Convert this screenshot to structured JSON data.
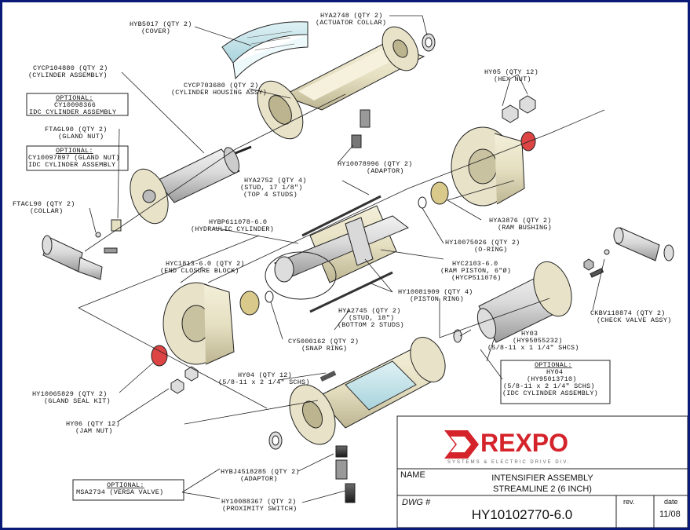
{
  "colors": {
    "frame": "#0a1a78",
    "part": "#e8e3c8",
    "part_dark": "#c9c2a0",
    "steel": "#d7d7d7",
    "brand": "#d4232a"
  },
  "labels": {
    "hyb5017": [
      "HYB5017 (QTY 2)",
      "(COVER)"
    ],
    "hya2748": [
      "HYA2748 (QTY 2)",
      "(ACTUATOR COLLAR)"
    ],
    "cycp104880": [
      "CYCP104880 (QTY 2)",
      "(CYLINDER ASSEMBLY)"
    ],
    "cycp703680": [
      "CYCP703680 (QTY 2)",
      "(CYLINDER HOUSING ASSY)"
    ],
    "opt_cy10098366": [
      "OPTIONAL:",
      "CY10098366",
      "IDC CYLINDER ASSEMBLY"
    ],
    "hy05_hex": [
      "HY05 (QTY 12)",
      "(HEX NUT)"
    ],
    "ftagl90": [
      "FTAGL90 (QTY 2)",
      "(GLAND NUT)"
    ],
    "opt_cy10097897": [
      "OPTIONAL:",
      "CY10097897 (GLAND NUT)",
      "IDC CYLINDER ASSEMBLY"
    ],
    "hy10078996": [
      "HY10078996 (QTY 2)",
      "(ADAPTOR)"
    ],
    "hya2752": [
      "HYA2752 (QTY 4)",
      "(STUD, 17 1/8\")",
      "(TOP 4 STUDS)"
    ],
    "ftacl90": [
      "FTACL90 (QTY 2)",
      "(COLLAR)"
    ],
    "hya3876": [
      "HYA3876 (QTY 2)",
      "(RAM BUSHING)"
    ],
    "hybp": [
      "HYBP611078-6.0",
      "(HYDRAULIC CYLINDER)"
    ],
    "hy10075026": [
      "HY10075026 (QTY 2)",
      "(O-RING)"
    ],
    "hyc1813": [
      "HYC1813-6.0 (QTY 2)",
      "(END CLOSURE BLOCK)"
    ],
    "hyc2103": [
      "HYC2103-6.0",
      "(RAM PISTON, 6\"Ø)",
      "(HYCP511076)"
    ],
    "hy10081909": [
      "HY10081909 (QTY 4)",
      "(PISTON RING)"
    ],
    "ckbv": [
      "CKBV118874 (QTY 2)",
      "(CHECK VALVE ASSY)"
    ],
    "hya2745": [
      "HYA2745 (QTY 2)",
      "(STUD, 18\")",
      "(BOTTOM 2 STUDS)"
    ],
    "cy5000162": [
      "CY5000162 (QTY 2)",
      "(SNAP RING)"
    ],
    "hy03": [
      "HY03",
      "(HY95055232)",
      "(5/8-11 x 1 1/4\" SHCS)"
    ],
    "hy10065829": [
      "HY10065829 (QTY 2)",
      "(GLAND SEAL KIT)"
    ],
    "hy04": [
      "HY04 (QTY 12)",
      "(5/8-11 x 2 1/4\" SCHS)"
    ],
    "opt_hy04": [
      "OPTIONAL:",
      "HY04",
      "(HY95013710)",
      "(5/8-11 x 2 1/4\" SCHS)",
      "(IDC CYLINDER ASSEMBLY)"
    ],
    "hy06": [
      "HY06 (QTY 12)",
      "(JAM NUT)"
    ],
    "opt_msa": [
      "OPTIONAL:",
      "MSA2734 (VERSA VALVE)"
    ],
    "hybj": [
      "HYBJ4518285 (QTY 2)",
      "(ADAPTOR)"
    ],
    "hy10088367": [
      "HY10088367 (QTY 2)",
      "(PROXIMITY SWITCH)"
    ]
  },
  "title_block": {
    "logo": "REXPO",
    "logo_tagline": "SYSTEMS & ELECTRIC DRIVE DIV.",
    "name_label": "NAME",
    "name_line1": "INTENSIFIER ASSEMBLY",
    "name_line2": "STREAMLINE 2 (6 INCH)",
    "dwg_label": "DWG #",
    "dwg_number": "HY10102770-6.0",
    "rev_label": "rev.",
    "date_label": "date",
    "date_value": "11/08"
  }
}
